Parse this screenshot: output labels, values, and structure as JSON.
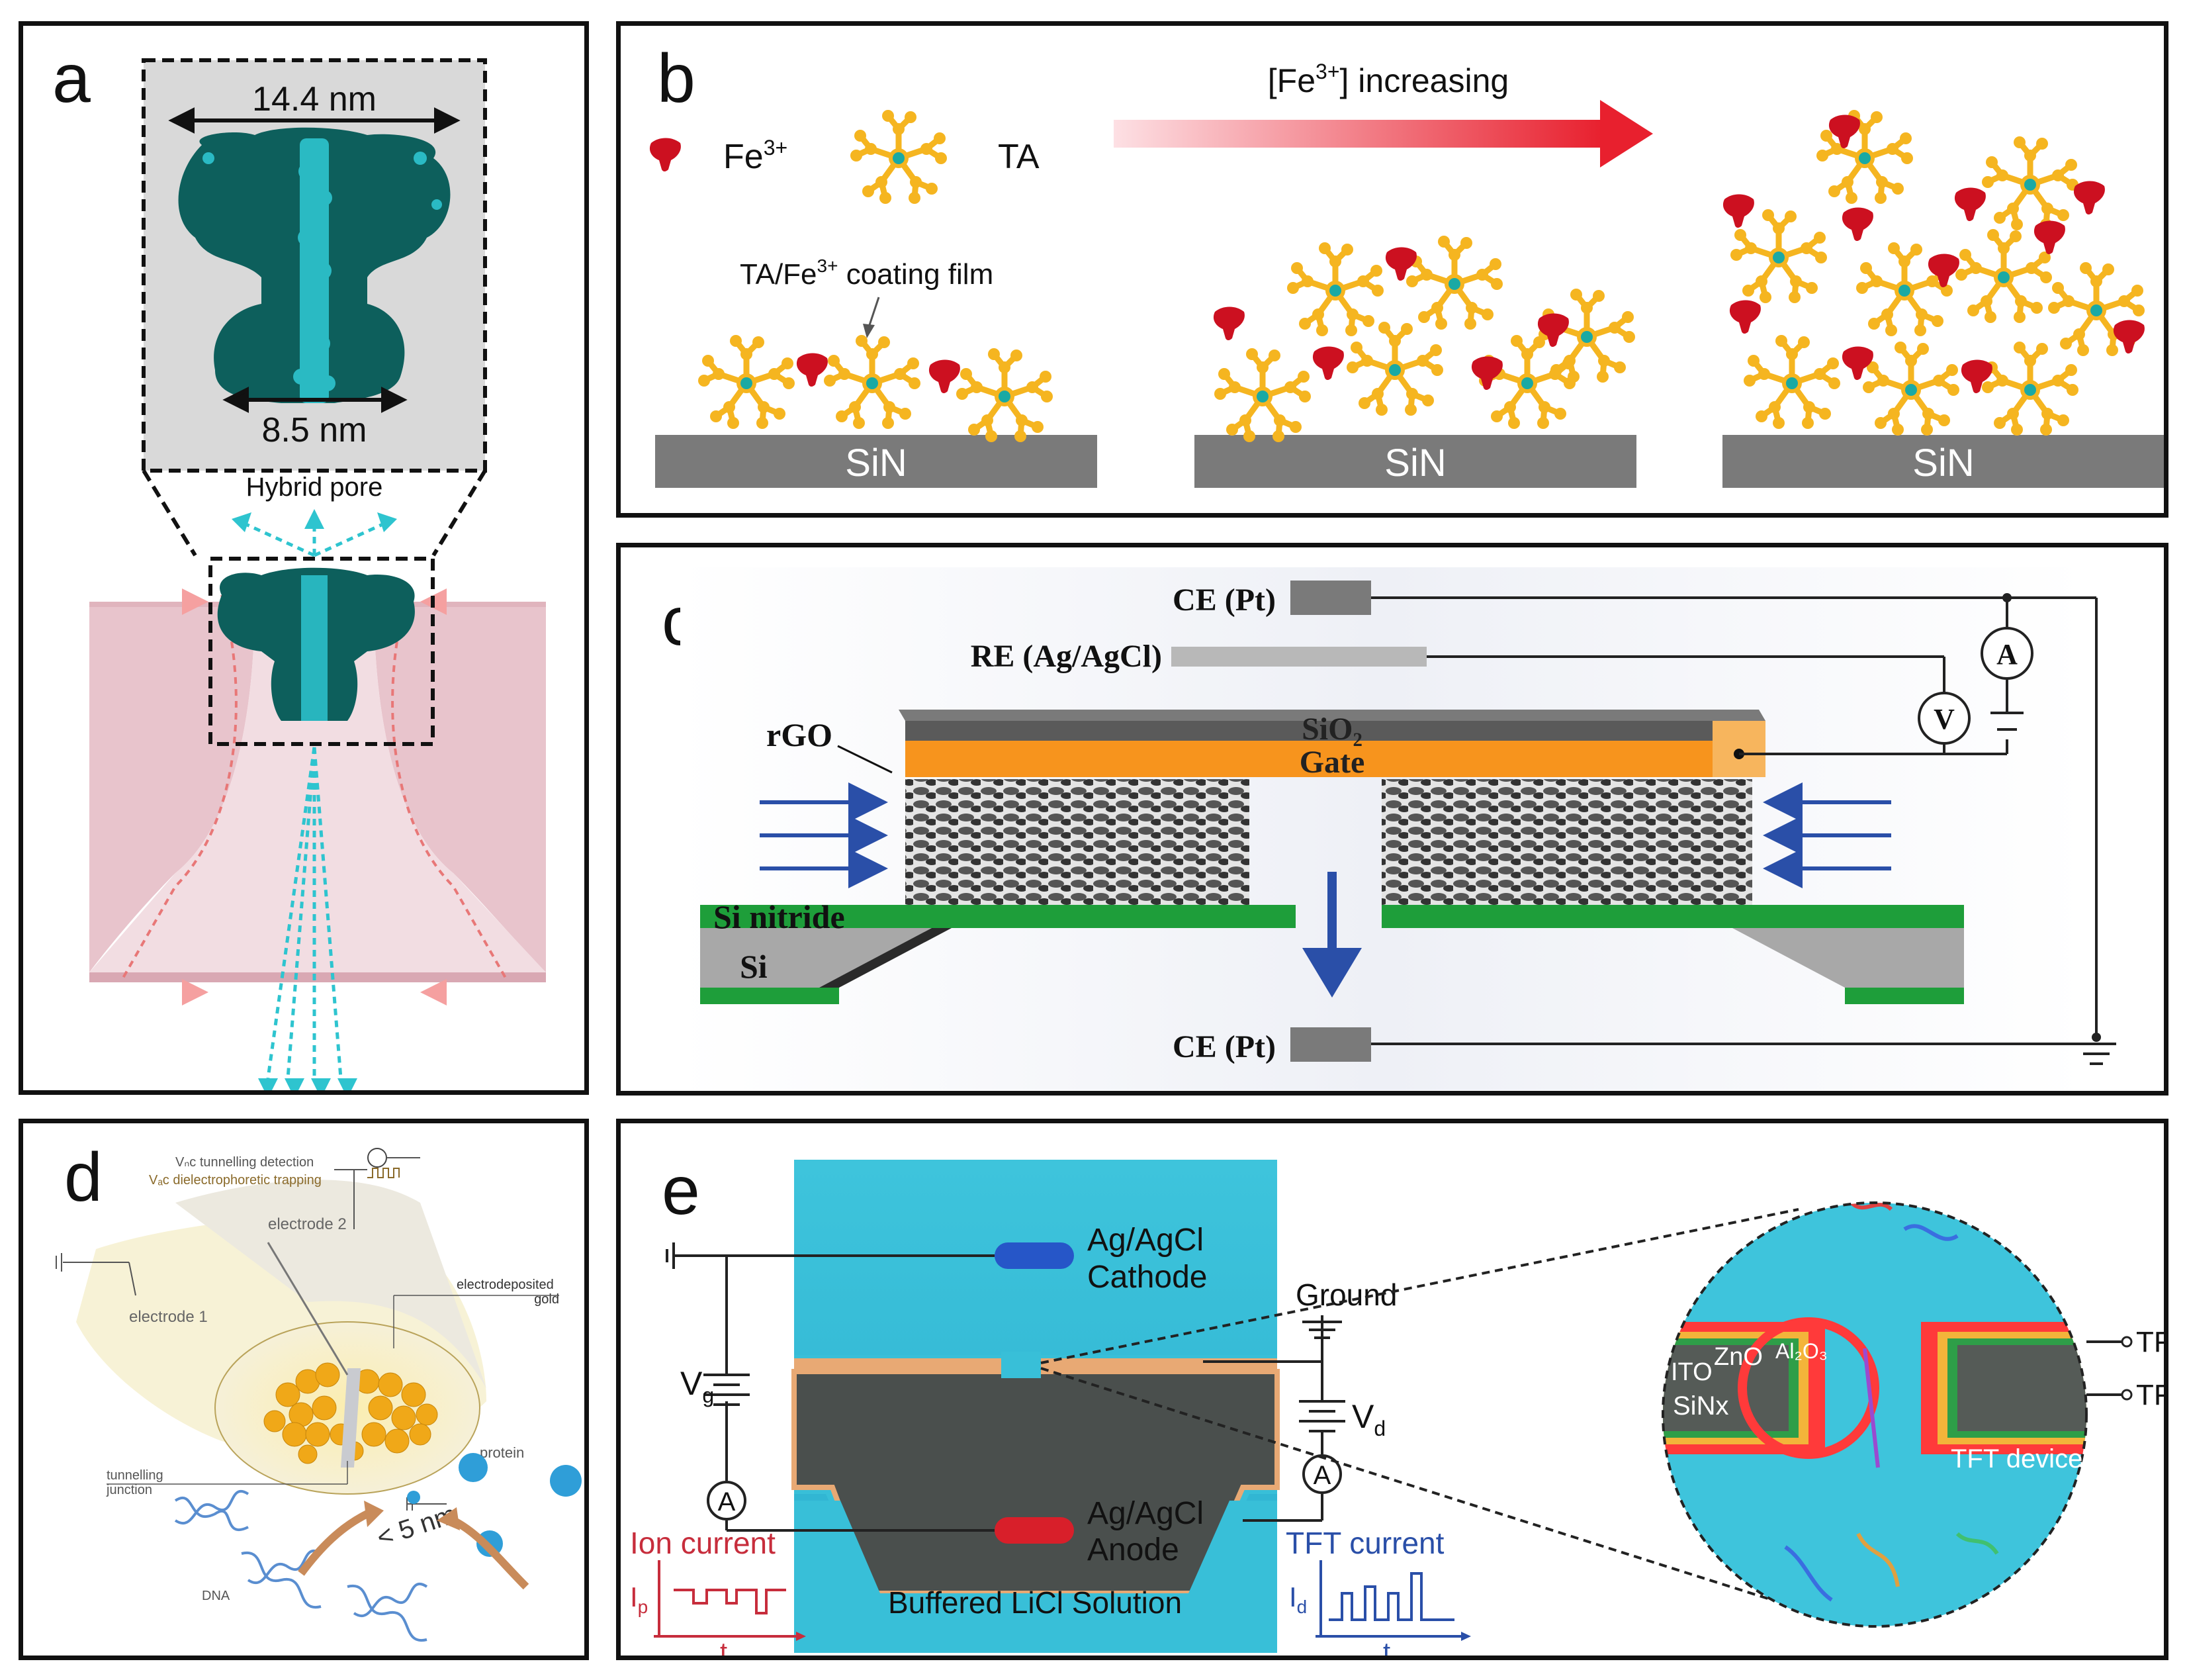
{
  "panels": {
    "a": {
      "label": "a",
      "dim_top": "14.4 nm",
      "dim_bottom": "8.5 nm",
      "caption": "Hybrid pore"
    },
    "b": {
      "label": "b",
      "gradient_label_prefix": "[Fe",
      "gradient_label_sup": "3+",
      "gradient_label_suffix": "] increasing",
      "legend_fe": "Fe",
      "legend_fe_sup": "3+",
      "legend_ta": "TA",
      "film_label_prefix": "TA/Fe",
      "film_label_sup": "3+",
      "film_label_suffix": " coating film",
      "substrate": "SiN"
    },
    "c": {
      "label": "c",
      "ce_top": "CE (Pt)",
      "re": "RE (Ag/AgCl)",
      "sio2": "SiO₂",
      "gate": "Gate",
      "rgo": "rGO",
      "si_nitride": "Si nitride",
      "si": "Si",
      "ce_bottom": "CE (Pt)",
      "ammeter": "A",
      "voltmeter": "V"
    },
    "d": {
      "label": "d",
      "vdc_line": "Vₙᴄ tunnelling detection",
      "vac_line": "Vₐᴄ dielectrophoretic trapping",
      "electrode2": "electrode 2",
      "electrode1": "electrode 1",
      "electrodeposited": "electrodeposited",
      "gold": "gold",
      "protein": "protein",
      "tunnelling": "tunnelling",
      "junction": "junction",
      "gap": "< 5 nm",
      "dna": "DNA"
    },
    "e": {
      "label": "e",
      "cathode_1": "Ag/AgCl",
      "cathode_2": "Cathode",
      "anode_1": "Ag/AgCl",
      "anode_2": "Anode",
      "vg": "V",
      "vg_sub": "g",
      "vd": "V",
      "vd_sub": "d",
      "ground": "Ground",
      "ion_current": "Ion current",
      "ip": "I",
      "ip_sub": "p",
      "t": "t",
      "tft_current": "TFT current",
      "id": "I",
      "id_sub": "d",
      "solution": "Buffered LiCl Solution",
      "ito": "ITO",
      "zno": "ZnO",
      "al2o3": "Al₂O₃",
      "sinx": "SiNx",
      "tft_device": "TFT device",
      "tft_source": "TFT Source",
      "tft_drain": "TFT Drain",
      "ammeter": "A"
    }
  },
  "colors": {
    "teal_protein": "#0d5f5c",
    "cyan": "#2ec4cf",
    "pink_membrane": "#e8c4cc",
    "ta_yellow": "#f5b520",
    "fe_red": "#cc1020",
    "sin_gray": "#7a7a7a",
    "sio2_dark": "#5a5a5a",
    "gate_orange": "#f7941d",
    "nitride_green": "#1e9e3a",
    "water": "#38bfd8",
    "arrow_blue": "#2a4fa8"
  }
}
